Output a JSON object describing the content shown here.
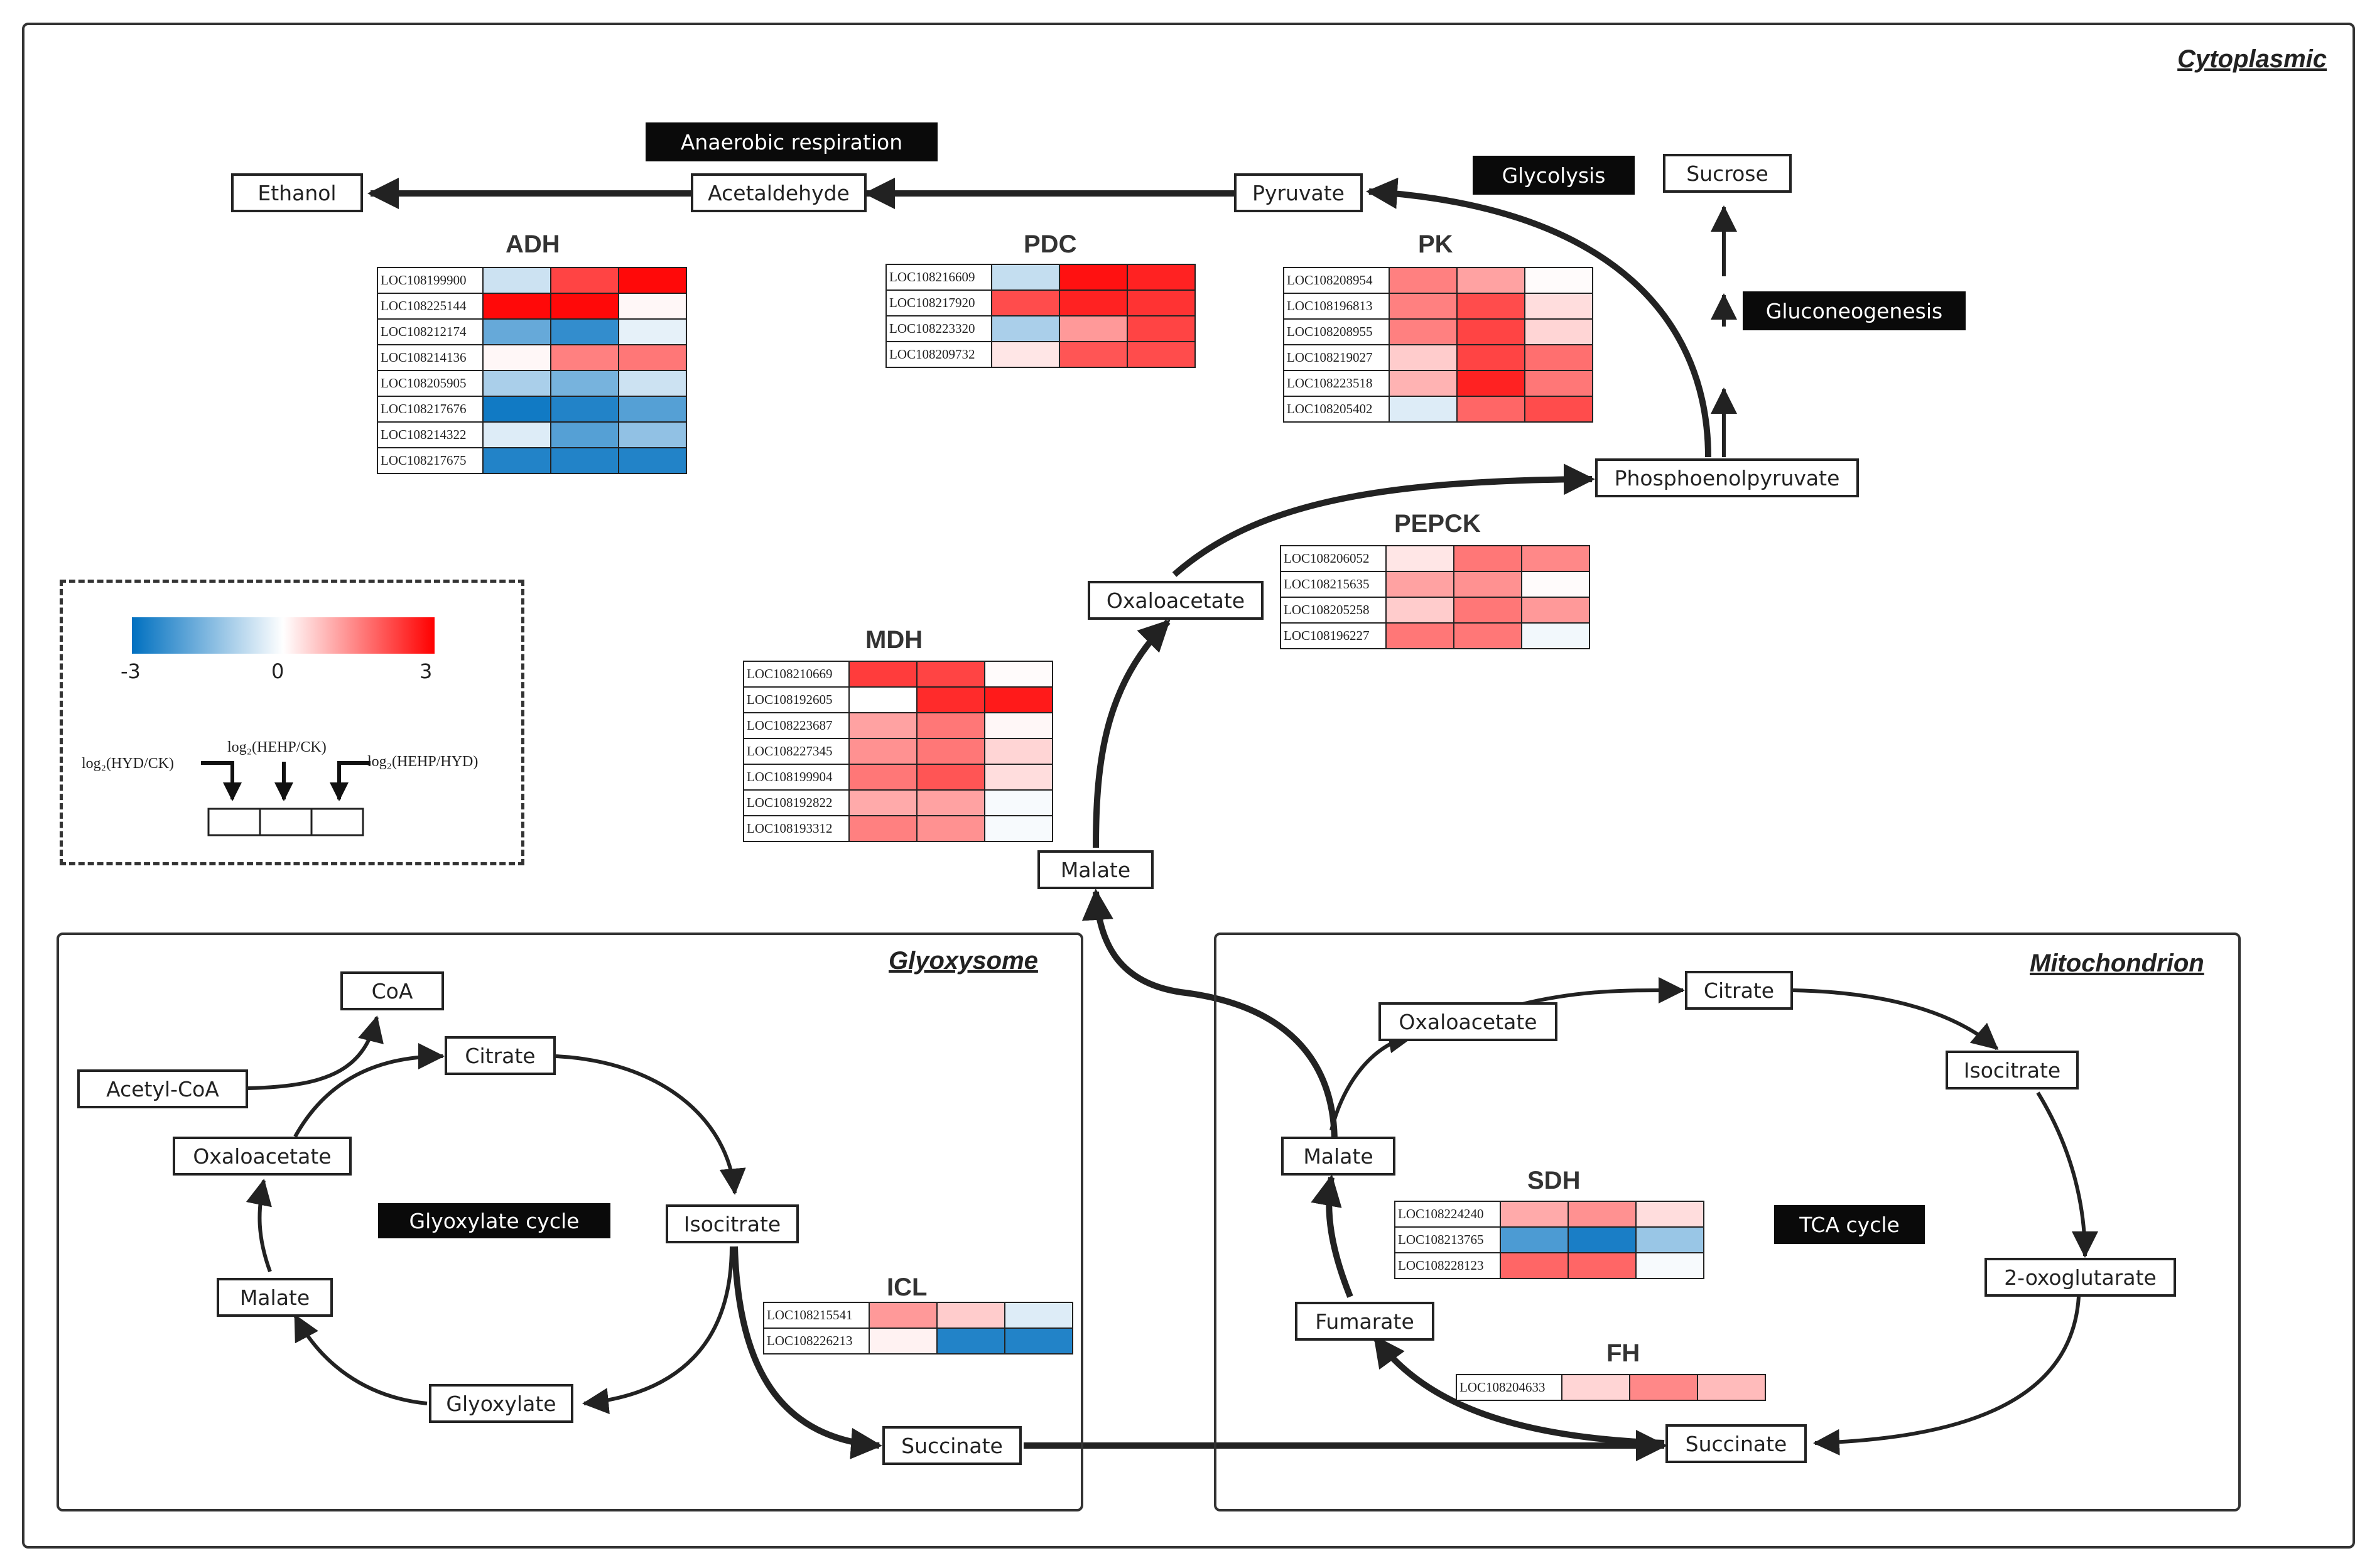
{
  "regions": {
    "cytoplasmic": "Cytoplasmic",
    "glyoxysome": "Glyoxysome",
    "mitochondrion": "Mitochondrion"
  },
  "processes": {
    "anaerobic": "Anaerobic respiration",
    "glycolysis": "Glycolysis",
    "gluconeogenesis": "Gluconeogenesis",
    "glyoxylate_cycle": "Glyoxylate cycle",
    "tca_cycle": "TCA cycle"
  },
  "metabolites": {
    "ethanol": "Ethanol",
    "acetaldehyde": "Acetaldehyde",
    "pyruvate": "Pyruvate",
    "sucrose": "Sucrose",
    "pep": "Phosphoenolpyruvate",
    "oaa_cyto": "Oxaloacetate",
    "malate_cyto": "Malate",
    "coa": "CoA",
    "acetyl_coa": "Acetyl-CoA",
    "citrate_gly": "Citrate",
    "oaa_gly": "Oxaloacetate",
    "isocitrate_gly": "Isocitrate",
    "malate_gly": "Malate",
    "glyoxylate": "Glyoxylate",
    "succinate_gly": "Succinate",
    "oaa_mito": "Oxaloacetate",
    "citrate_mito": "Citrate",
    "isocitrate_mito": "Isocitrate",
    "malate_mito": "Malate",
    "oxoglutarate": "2-oxoglutarate",
    "fumarate": "Fumarate",
    "succinate_mito": "Succinate"
  },
  "legend": {
    "colorbar_min": "-3",
    "colorbar_mid": "0",
    "colorbar_max": "3",
    "low_color": "#0070c0",
    "high_color": "#ff0000",
    "label_left": "log₂(HYD/CK)",
    "label_mid": "log₂(HEHP/CK)",
    "label_right": "log₂(HEHP/HYD)"
  },
  "heatmaps": [
    {
      "key": "adh",
      "enzyme": "ADH",
      "rows": [
        {
          "gene": "LOC108199900",
          "values": [
            -0.6,
            2.2,
            2.9
          ]
        },
        {
          "gene": "LOC108225144",
          "values": [
            2.9,
            2.9,
            0.1
          ]
        },
        {
          "gene": "LOC108212174",
          "values": [
            -1.8,
            -2.4,
            -0.3
          ]
        },
        {
          "gene": "LOC108214136",
          "values": [
            0.1,
            1.5,
            1.6
          ]
        },
        {
          "gene": "LOC108205905",
          "values": [
            -1.0,
            -1.6,
            -0.6
          ]
        },
        {
          "gene": "LOC108217676",
          "values": [
            -2.8,
            -2.6,
            -2.0
          ]
        },
        {
          "gene": "LOC108214322",
          "values": [
            -0.4,
            -2.0,
            -1.3
          ]
        },
        {
          "gene": "LOC108217675",
          "values": [
            -2.6,
            -2.6,
            -2.6
          ]
        }
      ]
    },
    {
      "key": "pdc",
      "enzyme": "PDC",
      "rows": [
        {
          "gene": "LOC108216609",
          "values": [
            -0.7,
            2.8,
            2.6
          ]
        },
        {
          "gene": "LOC108217920",
          "values": [
            2.1,
            2.6,
            2.4
          ]
        },
        {
          "gene": "LOC108223320",
          "values": [
            -1.0,
            1.2,
            2.2
          ]
        },
        {
          "gene": "LOC108209732",
          "values": [
            0.3,
            2.0,
            2.1
          ]
        }
      ]
    },
    {
      "key": "pk",
      "enzyme": "PK",
      "rows": [
        {
          "gene": "LOC108208954",
          "values": [
            1.5,
            1.1,
            0.05
          ]
        },
        {
          "gene": "LOC108196813",
          "values": [
            1.5,
            2.1,
            0.4
          ]
        },
        {
          "gene": "LOC108208955",
          "values": [
            1.5,
            2.2,
            0.5
          ]
        },
        {
          "gene": "LOC108219027",
          "values": [
            0.6,
            2.2,
            1.7
          ]
        },
        {
          "gene": "LOC108223518",
          "values": [
            0.9,
            2.6,
            1.6
          ]
        },
        {
          "gene": "LOC108205402",
          "values": [
            -0.4,
            1.8,
            2.1
          ]
        }
      ]
    },
    {
      "key": "pepck",
      "enzyme": "PEPCK",
      "rows": [
        {
          "gene": "LOC108206052",
          "values": [
            0.3,
            1.6,
            1.4
          ]
        },
        {
          "gene": "LOC108215635",
          "values": [
            1.1,
            1.3,
            0.05
          ]
        },
        {
          "gene": "LOC108205258",
          "values": [
            0.6,
            1.6,
            1.2
          ]
        },
        {
          "gene": "LOC108196227",
          "values": [
            1.6,
            1.6,
            -0.15
          ]
        }
      ]
    },
    {
      "key": "mdh",
      "enzyme": "MDH",
      "rows": [
        {
          "gene": "LOC108210669",
          "values": [
            2.3,
            2.2,
            0.05
          ]
        },
        {
          "gene": "LOC108192605",
          "values": [
            0.0,
            2.5,
            2.7
          ]
        },
        {
          "gene": "LOC108223687",
          "values": [
            1.1,
            1.6,
            0.1
          ]
        },
        {
          "gene": "LOC108227345",
          "values": [
            1.3,
            1.6,
            0.5
          ]
        },
        {
          "gene": "LOC108199904",
          "values": [
            1.6,
            2.0,
            0.4
          ]
        },
        {
          "gene": "LOC108192822",
          "values": [
            1.0,
            1.1,
            -0.1
          ]
        },
        {
          "gene": "LOC108193312",
          "values": [
            1.5,
            1.3,
            -0.1
          ]
        }
      ]
    },
    {
      "key": "icl",
      "enzyme": "ICL",
      "rows": [
        {
          "gene": "LOC108215541",
          "values": [
            1.2,
            0.6,
            -0.4
          ]
        },
        {
          "gene": "LOC108226213",
          "values": [
            0.15,
            -2.6,
            -2.6
          ]
        }
      ]
    },
    {
      "key": "sdh",
      "enzyme": "SDH",
      "rows": [
        {
          "gene": "LOC108224240",
          "values": [
            1.0,
            1.3,
            0.4
          ]
        },
        {
          "gene": "LOC108213765",
          "values": [
            -2.1,
            -2.7,
            -1.2
          ]
        },
        {
          "gene": "LOC108228123",
          "values": [
            1.8,
            1.8,
            -0.1
          ]
        }
      ]
    },
    {
      "key": "fh",
      "enzyme": "FH",
      "rows": [
        {
          "gene": "LOC108204633",
          "values": [
            0.5,
            1.4,
            0.8
          ]
        }
      ]
    }
  ]
}
